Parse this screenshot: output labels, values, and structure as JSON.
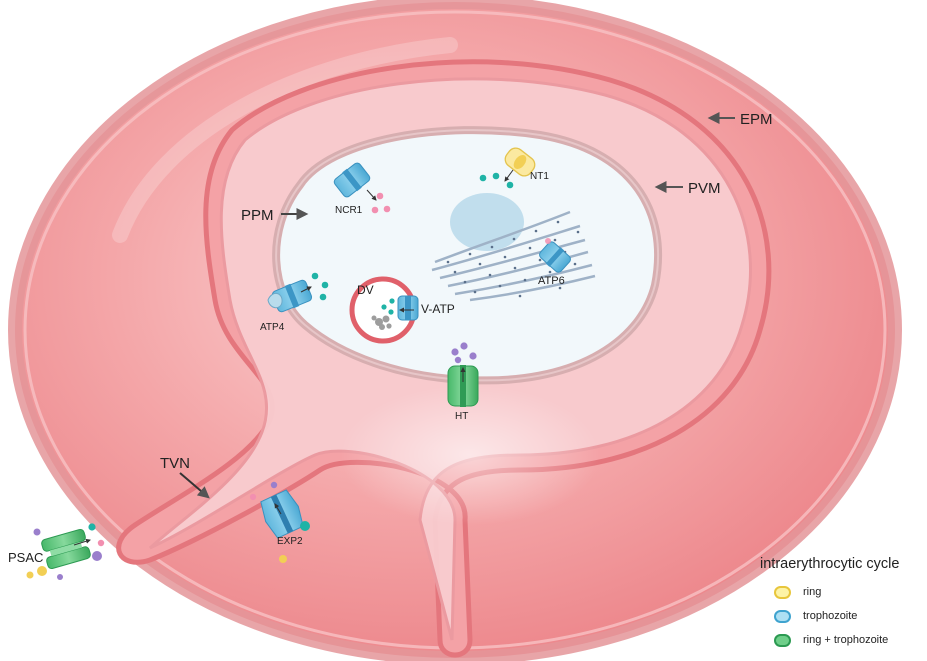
{
  "labels": {
    "epm": "EPM",
    "pvm": "PVM",
    "ppm": "PPM",
    "tvn": "TVN",
    "psac": "PSAC",
    "exp2": "EXP2",
    "ht": "HT",
    "ncr1": "NCR1",
    "nt1": "NT1",
    "atp4": "ATP4",
    "atp6": "ATP6",
    "dv": "DV",
    "vatp": "V-ATP"
  },
  "legend": {
    "title": "intraerythrocytic cycle",
    "items": [
      {
        "label": "ring",
        "fill": "#fdf3a6",
        "stroke": "#e8c63c"
      },
      {
        "label": "trophozoite",
        "fill": "#aee0f3",
        "stroke": "#3fa3cf"
      },
      {
        "label": "ring + trophozoite",
        "fill": "#6fcf8a",
        "stroke": "#2c9a52"
      }
    ]
  },
  "colors": {
    "rbc": "#ef8a8d",
    "rbc_dark": "#d86870",
    "membrane": "#e7858a",
    "vacuole": "#f7c8ca",
    "parasite": "#f4f9fc",
    "transporter_blue": "#6fc0e3",
    "transporter_green": "#5fc27a",
    "teal": "#1fb3a6",
    "pink": "#f28fb0",
    "purple": "#9a7fcc",
    "yellow": "#f2cf55"
  }
}
